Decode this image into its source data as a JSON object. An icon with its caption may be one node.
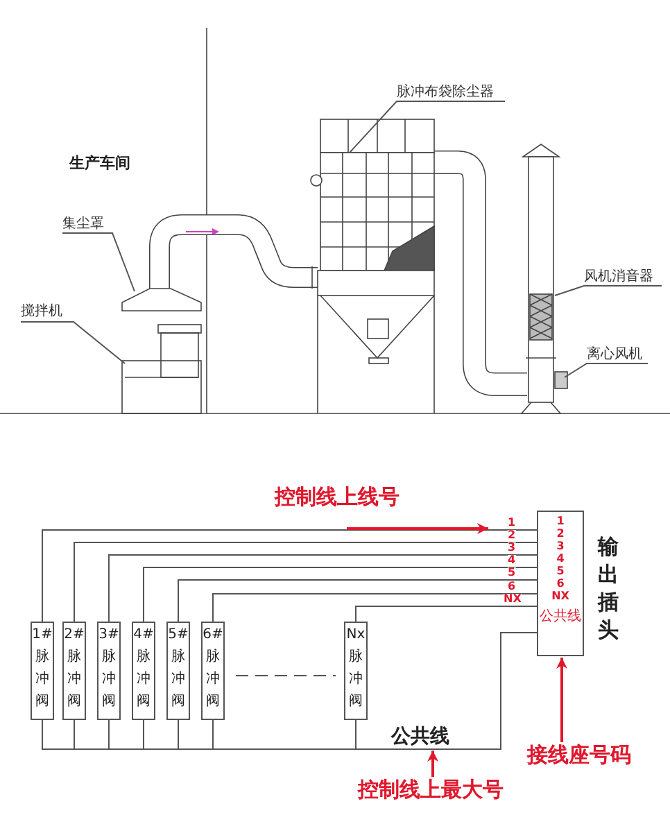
{
  "diagram": {
    "nodes": [
      {
        "text": [
          "脉冲布袋除尘器"
        ]
      },
      {
        "text": [
          "集尘罩"
        ]
      },
      {
        "text": [
          "搅拌机"
        ]
      },
      {
        "text": [
          "风机消音器"
        ]
      },
      {
        "text": [
          "离心风机"
        ]
      },
      {
        "text": [
          "1#",
          "脉冲阀"
        ]
      },
      {
        "text": [
          "2#",
          "脉冲阀"
        ]
      },
      {
        "text": [
          "3#",
          "脉冲阀"
        ]
      },
      {
        "text": [
          "4#",
          "脉冲阀"
        ]
      },
      {
        "text": [
          "5#",
          "脉冲阀"
        ]
      },
      {
        "text": [
          "6#",
          "脉冲阀"
        ]
      },
      {
        "text": [
          "Nx",
          "脉冲阀"
        ]
      },
      {
        "text": [
          "输出插头",
          "1",
          "2",
          "3",
          "4",
          "5",
          "6",
          "NX",
          "公共线"
        ]
      },
      {
        "text": [
          "控制线上线号"
        ]
      },
      {
        "text": [
          "接线座号码"
        ]
      },
      {
        "text": [
          "控制线上最大号"
        ]
      }
    ],
    "edges": [
      {
        "from": 0,
        "to": null,
        "arrow": "none"
      },
      {
        "from": 1,
        "to": null,
        "arrow": "none"
      },
      {
        "from": 2,
        "to": null,
        "arrow": "none"
      },
      {
        "from": 3,
        "to": null,
        "arrow": "none"
      },
      {
        "from": 4,
        "to": null,
        "arrow": "none"
      },
      {
        "from": 5,
        "to": 12,
        "arrow": "none",
        "label": "1"
      },
      {
        "from": 6,
        "to": 12,
        "arrow": "none",
        "label": "2"
      },
      {
        "from": 7,
        "to": 12,
        "arrow": "none",
        "label": "3"
      },
      {
        "from": 8,
        "to": 12,
        "arrow": "none",
        "label": "4"
      },
      {
        "from": 9,
        "to": 12,
        "arrow": "none",
        "label": "5"
      },
      {
        "from": 10,
        "to": 12,
        "arrow": "none",
        "label": "6"
      },
      {
        "from": 11,
        "to": 12,
        "arrow": "none",
        "label": "NX"
      },
      {
        "from": 5,
        "to": 12,
        "arrow": "none"
      },
      {
        "from": 6,
        "to": 12,
        "arrow": "none"
      },
      {
        "from": 7,
        "to": 12,
        "arrow": "none"
      },
      {
        "from": 8,
        "to": 12,
        "arrow": "none"
      },
      {
        "from": 9,
        "to": 12,
        "arrow": "none"
      },
      {
        "from": 10,
        "to": 12,
        "arrow": "none"
      },
      {
        "from": 11,
        "to": 12,
        "arrow": "none",
        "label": "公共线"
      },
      {
        "from": 13,
        "to": null,
        "arrow": "to",
        "color": "#e0182d"
      },
      {
        "from": 14,
        "to": 12,
        "arrow": "to",
        "color": "#e0182d"
      },
      {
        "from": 15,
        "to": null,
        "arrow": "to",
        "color": "#e0182d"
      }
    ],
    "labels": [
      "生产车间"
    ]
  }
}
